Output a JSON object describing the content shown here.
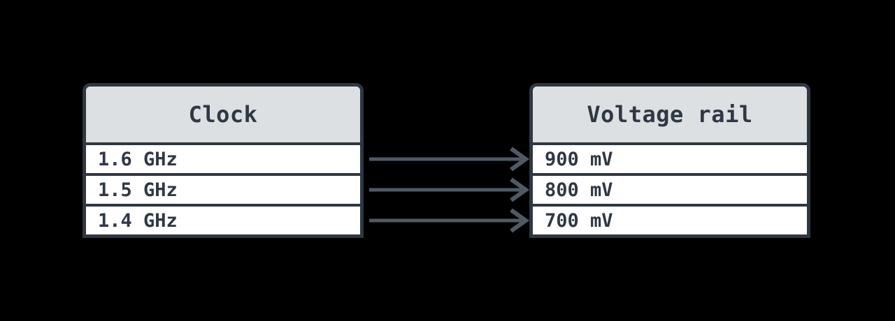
{
  "diagram": {
    "background_color": "#000000",
    "colors": {
      "node_border": "#2e3742",
      "header_fill": "#dde0e3",
      "row_fill": "#ffffff",
      "text": "#2f3844",
      "arrow": "#4f5a64"
    },
    "tables": {
      "clock": {
        "title": "Clock",
        "rows": [
          "1.6 GHz",
          "1.5 GHz",
          "1.4 GHz"
        ]
      },
      "voltage": {
        "title": "Voltage rail",
        "rows": [
          "900 mV",
          "800 mV",
          "700 mV"
        ]
      }
    },
    "mappings": [
      {
        "from": "1.6 GHz",
        "to": "900 mV"
      },
      {
        "from": "1.5 GHz",
        "to": "800 mV"
      },
      {
        "from": "1.4 GHz",
        "to": "700 mV"
      }
    ]
  }
}
